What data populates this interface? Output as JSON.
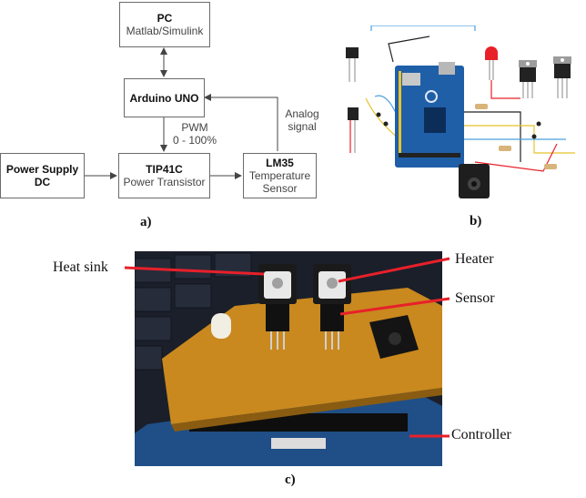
{
  "block_diagram": {
    "pc": {
      "title": "PC",
      "subtitle": "Matlab/Simulink"
    },
    "arduino": {
      "title": "Arduino UNO"
    },
    "power_supply": {
      "title_line1": "Power Supply",
      "title_line2": "DC"
    },
    "transistor": {
      "title": "TIP41C",
      "subtitle": "Power Transistor"
    },
    "sensor": {
      "title": "LM35",
      "subtitle_line1": "Temperature",
      "subtitle_line2": "Sensor"
    },
    "pwm_label": {
      "line1": "PWM",
      "line2": "0 - 100%"
    },
    "analog_label": {
      "line1": "Analog",
      "line2": "signal"
    }
  },
  "captions": {
    "a": "a)",
    "b": "b)",
    "c": "c)"
  },
  "photo_callouts": {
    "heat_sink": "Heat sink",
    "heater": "Heater",
    "sensor": "Sensor",
    "controller": "Controller"
  },
  "colors": {
    "callout_line": "#e8202a",
    "box_border": "#6b6b6b",
    "board": "#1f5fa8",
    "pcb": "#c9891e"
  }
}
